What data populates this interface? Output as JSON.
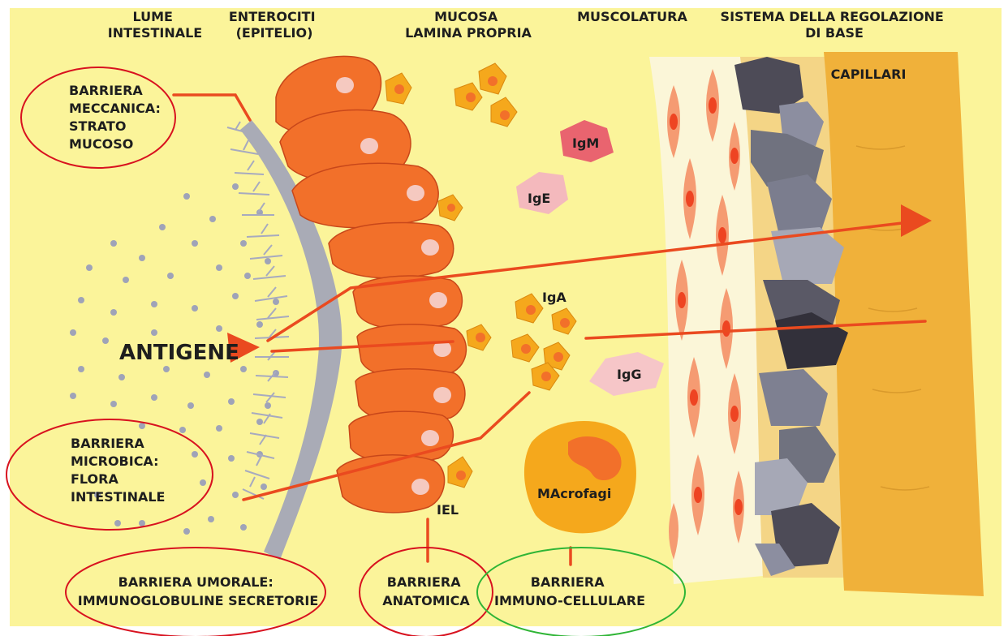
{
  "headers": {
    "lume": [
      "LUME",
      "INTESTINALE"
    ],
    "enterociti": [
      "ENTEROCITI",
      "(EPITELIO)"
    ],
    "mucosa": [
      "MUCOSA",
      "LAMINA PROPRIA"
    ],
    "muscolatura": "MUSCOLATURA",
    "sistema": [
      "SISTEMA DELLA REGOLAZIONE",
      "DI BASE"
    ]
  },
  "capillari": "CAPILLARI",
  "antigene": "ANTIGENE",
  "barriers": {
    "meccanica": [
      "BARRIERA",
      "MECCANICA:",
      "STRATO",
      "MUCOSO"
    ],
    "microbica": [
      "BARRIERA",
      "MICROBICA:",
      "FLORA",
      "INTESTINALE"
    ],
    "umorale": [
      "BARRIERA UMORALE:",
      "IMMUNOGLOBULINE SECRETORIE"
    ],
    "anatomica": [
      "BARRIERA",
      "ANATOMICA"
    ],
    "immuno": [
      "BARRIERA",
      "IMMUNO-CELLULARE"
    ]
  },
  "immunoglobulins": {
    "igm": "IgM",
    "ige": "IgE",
    "iga": "IgA",
    "igg": "IgG"
  },
  "cells": {
    "iel": "IEL",
    "macrofagi": "MAcrofagi"
  },
  "colors": {
    "background": "#fbf49a",
    "enterocyte": "#f2702a",
    "immune_cell": "#f5a81c",
    "arrow": "#ea4a1f",
    "circle_red": "#d8121f",
    "circle_green": "#2fb536",
    "capillary": "#f0b13a"
  }
}
